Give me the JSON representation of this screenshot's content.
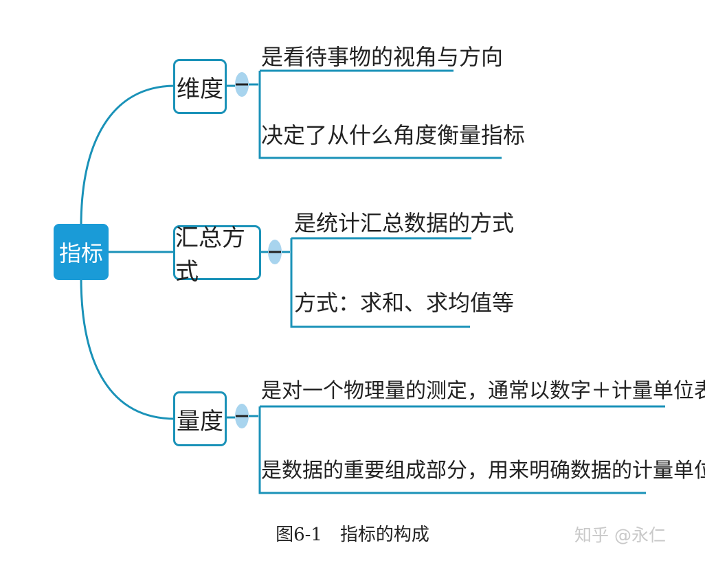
{
  "diagram": {
    "root": "指标",
    "branches": [
      {
        "label": "维度",
        "leaves": [
          "是看待事物的视角与方向",
          "决定了从什么角度衡量指标"
        ]
      },
      {
        "label": "汇总方式",
        "leaves": [
          "是统计汇总数据的方式",
          "方式：求和、求均值等"
        ]
      },
      {
        "label": "量度",
        "leaves": [
          "是对一个物理量的测定，通常以数字＋计量单位表示",
          "是数据的重要组成部分，用来明确数据的计量单位"
        ]
      }
    ],
    "colors": {
      "line": "#1a92b8",
      "root_fill": "#1a9bd7",
      "collapse_dot": "#a8d4ee"
    }
  },
  "caption": "图6-1　指标的构成",
  "watermark": "知乎 @永仁"
}
